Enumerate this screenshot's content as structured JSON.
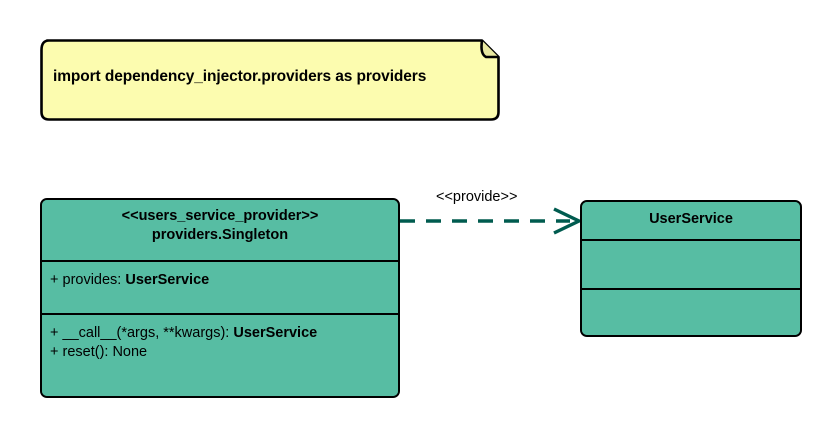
{
  "diagram": {
    "type": "uml-class-diagram",
    "background_color": "#ffffff",
    "class_fill_color": "#57bda3",
    "note_fill_color": "#fcfcaf",
    "connector_color": "#005b4f",
    "border_color": "#000000"
  },
  "note": {
    "name": "import-note",
    "text": "import dependency_injector.providers as providers"
  },
  "provider_class": {
    "stereotype": "<<users_service_provider>>",
    "name": "providers.Singleton",
    "attributes": [
      {
        "visibility": "+",
        "label": "provides: ",
        "type": "UserService"
      }
    ],
    "operations": [
      {
        "visibility": "+",
        "label": "__call__(*args, **kwargs): ",
        "type": "UserService"
      },
      {
        "visibility": "+",
        "label": "reset(): None",
        "type": ""
      }
    ]
  },
  "service_class": {
    "name": "UserService",
    "attributes": [],
    "operations": []
  },
  "dependency": {
    "label": "<<provide>>",
    "style": "dashed",
    "arrowhead": "open",
    "from": "providers.Singleton",
    "to": "UserService"
  }
}
